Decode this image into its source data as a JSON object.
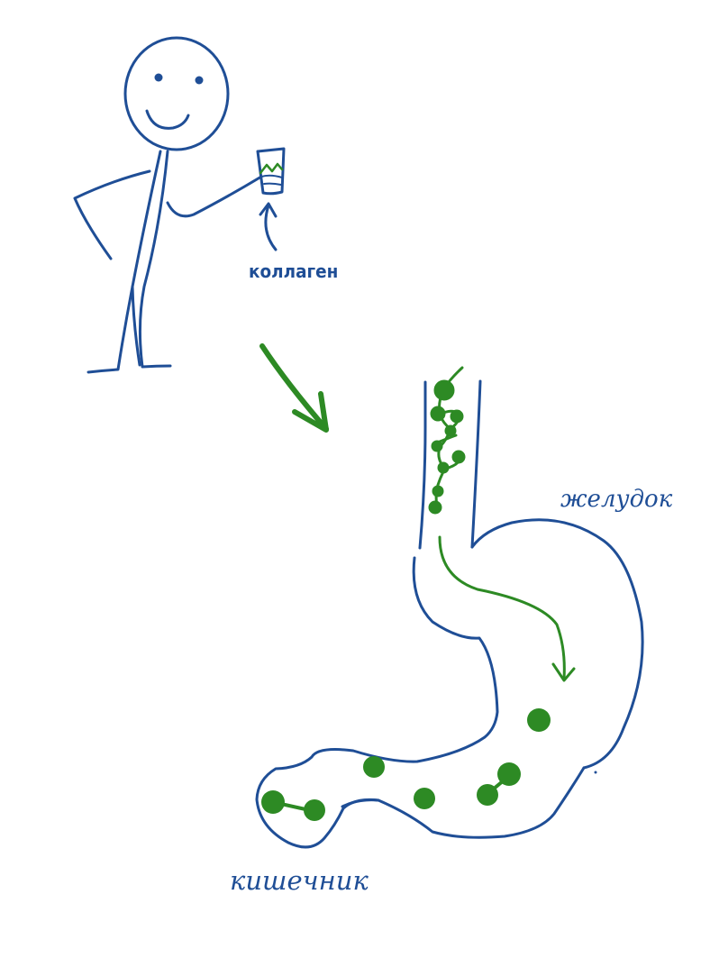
{
  "labels": {
    "collagen": "коллаген",
    "stomach": "желудок",
    "intestine": "кишечник"
  },
  "colors": {
    "ink_blue": "#1f4e96",
    "ink_green": "#2d8a24",
    "background": "#ffffff"
  }
}
